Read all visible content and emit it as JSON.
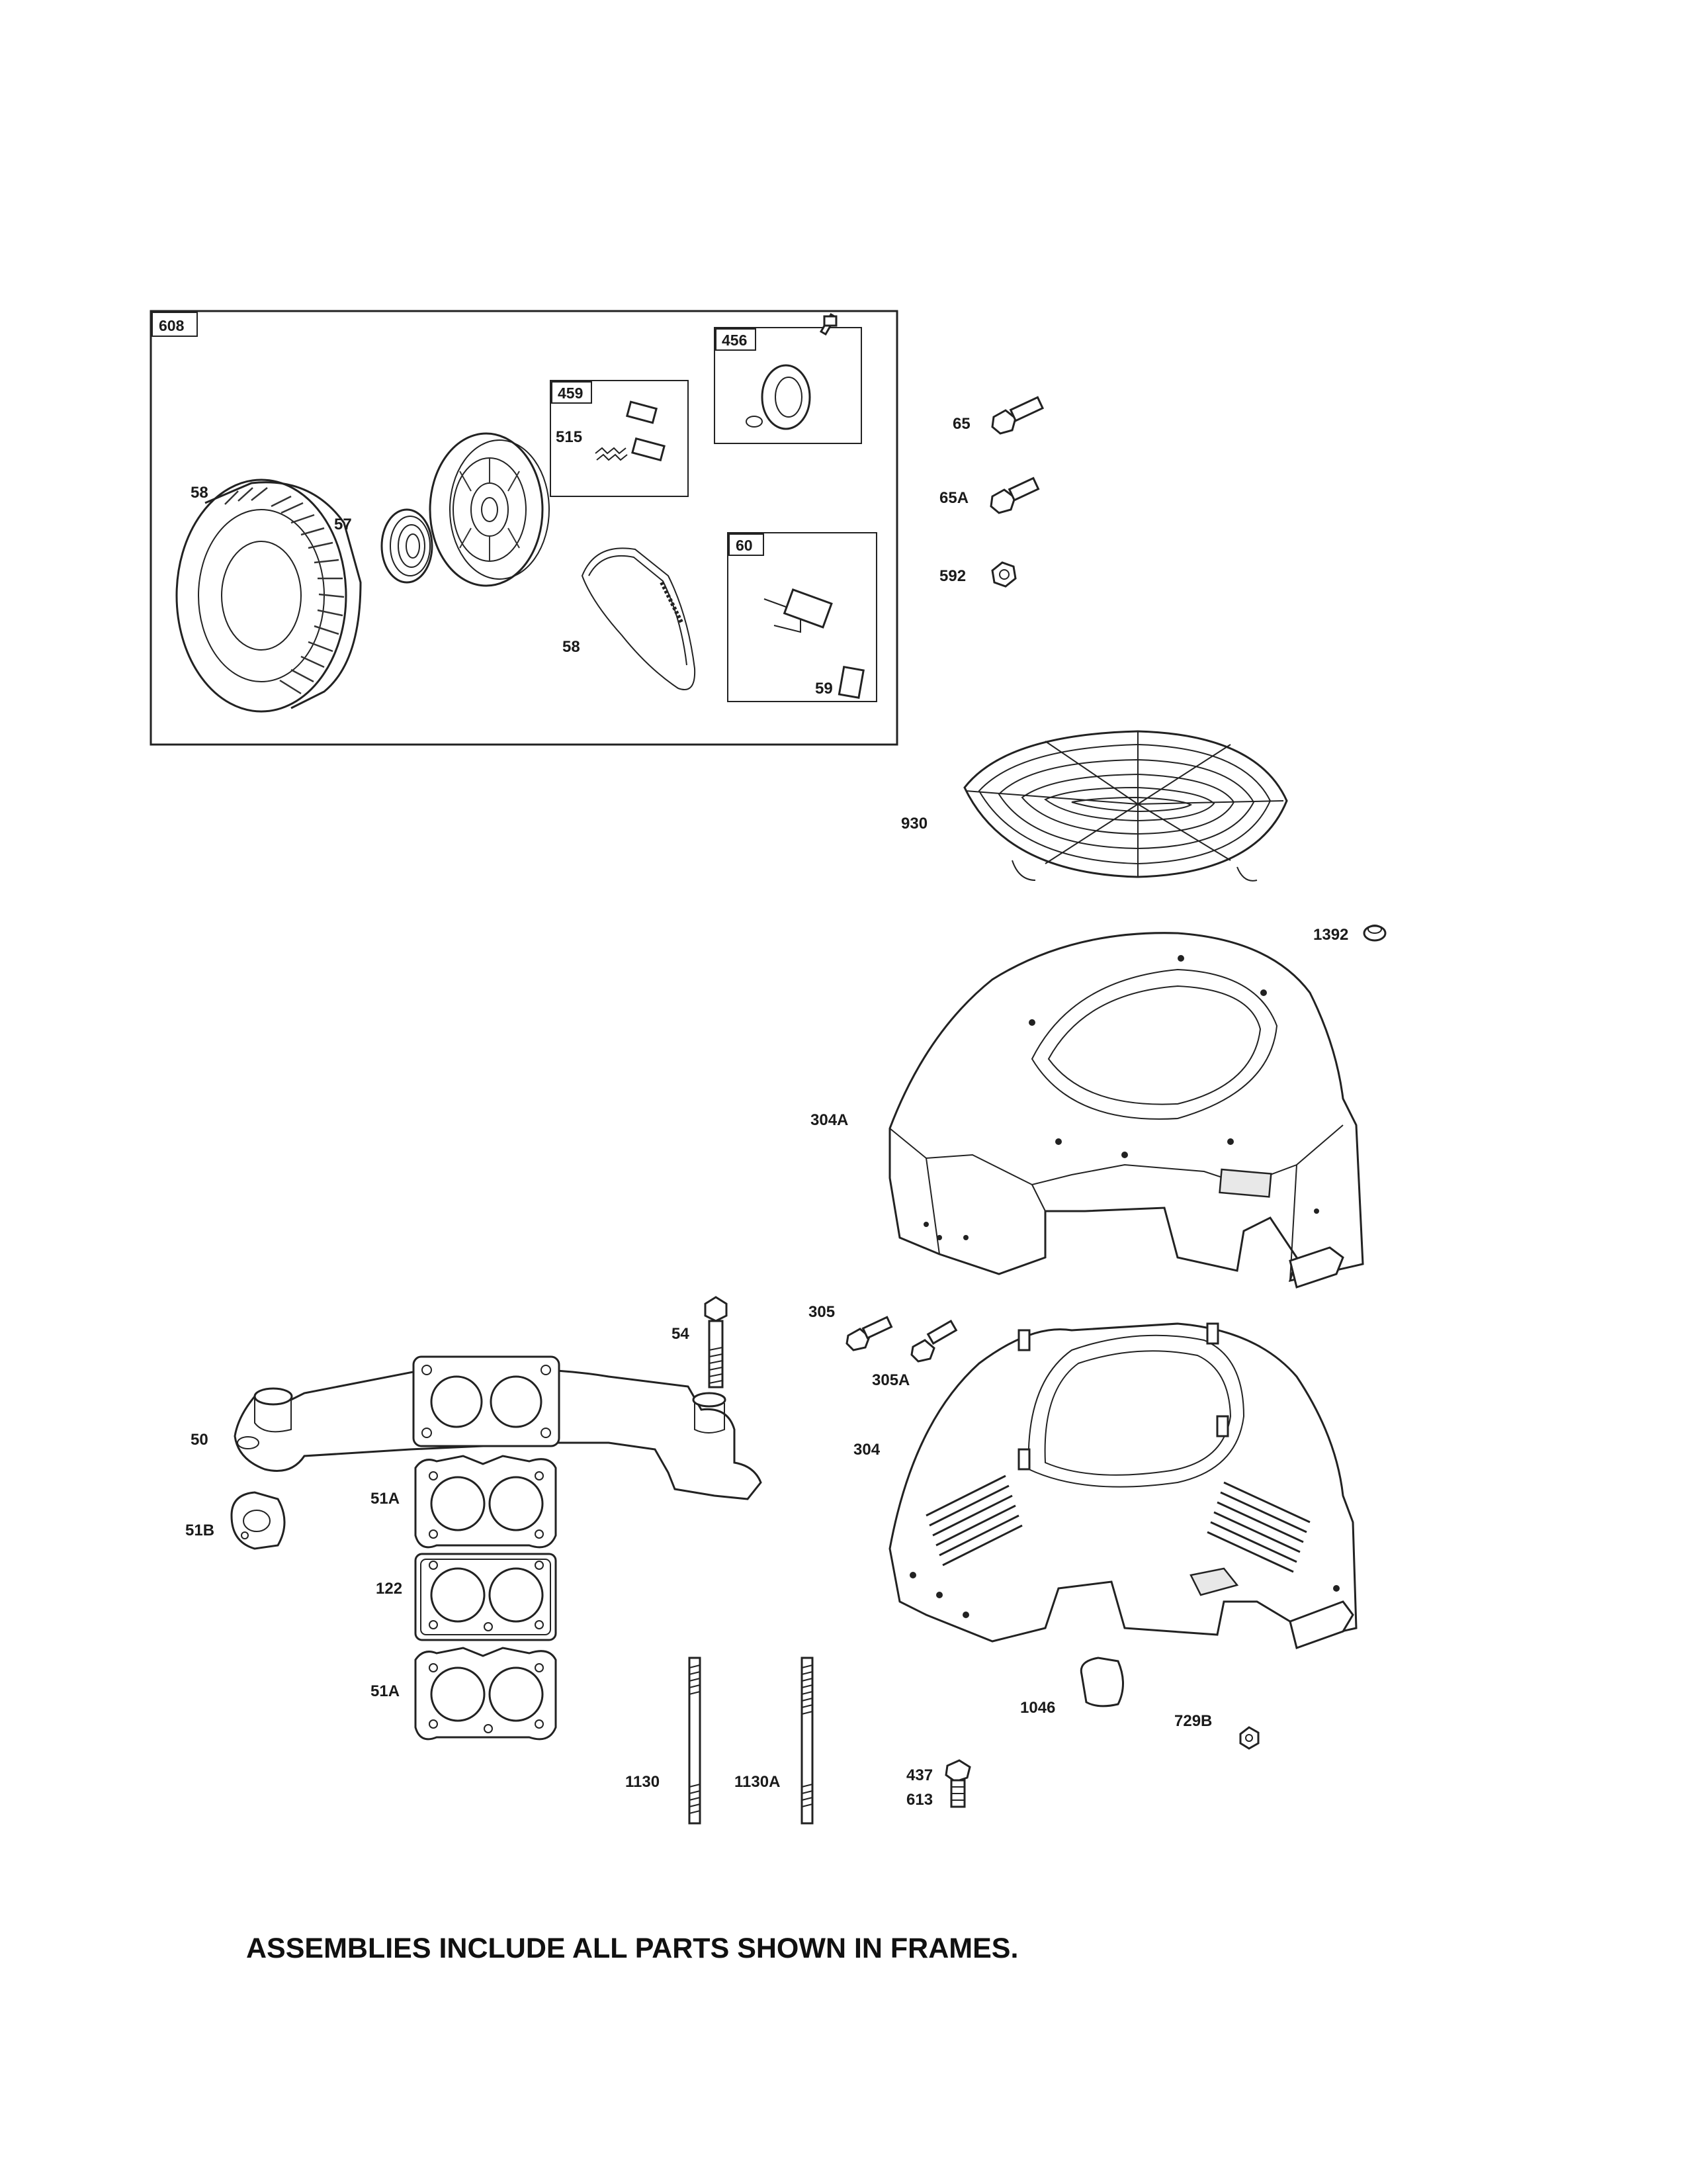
{
  "frames": {
    "main": "608",
    "rewind_spring": "456",
    "dog_kit": "459",
    "handle": "60"
  },
  "labels": {
    "housing_58": "58",
    "spring_57": "57",
    "rope_58": "58",
    "spring_515": "515",
    "insert_59": "59",
    "screw_65": "65",
    "screw_65a": "65A",
    "nut_592": "592",
    "grille_930": "930",
    "plug_1392": "1392",
    "shroud_304a": "304A",
    "screw_305": "305",
    "screw_305a": "305A",
    "shroud_304": "304",
    "bolt_54": "54",
    "manifold_50": "50",
    "gasket_51b": "51B",
    "gasket_51a_top": "51A",
    "spacer_122": "122",
    "gasket_51a_bottom": "51A",
    "stud_1130": "1130",
    "stud_1130a": "1130A",
    "screw_437": "437",
    "screw_613": "613",
    "seal_1046": "1046",
    "nut_729b": "729B"
  },
  "footer_note": "ASSEMBLIES INCLUDE ALL PARTS SHOWN IN FRAMES."
}
